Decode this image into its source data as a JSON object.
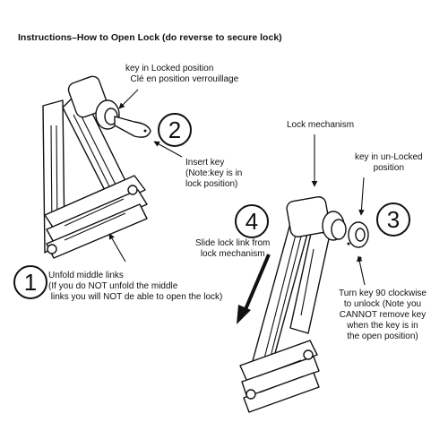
{
  "title": "Instructions–How to Open Lock (do reverse to secure lock)",
  "steps": {
    "one": "1",
    "two": "2",
    "three": "3",
    "four": "4"
  },
  "labels": {
    "key_locked": "key in Locked position\n  Clé en position verrouillage",
    "insert_key": "Insert key\n(Note:key is in\nlock position)",
    "unfold": "Unfold middle links\n(If you do NOT unfold the middle\n links you will NOT de able to open the lock)",
    "lock_mechanism": "Lock mechanism",
    "key_unlocked": "key in un-Locked\nposition",
    "slide": "Slide lock link from\nlock mechanism",
    "turn_key": "Turn key 90 clockwise\nto unlock (Note you\nCANNOT remove key\nwhen the key is in\nthe open position)"
  },
  "colors": {
    "ink": "#111111",
    "background": "#ffffff"
  }
}
